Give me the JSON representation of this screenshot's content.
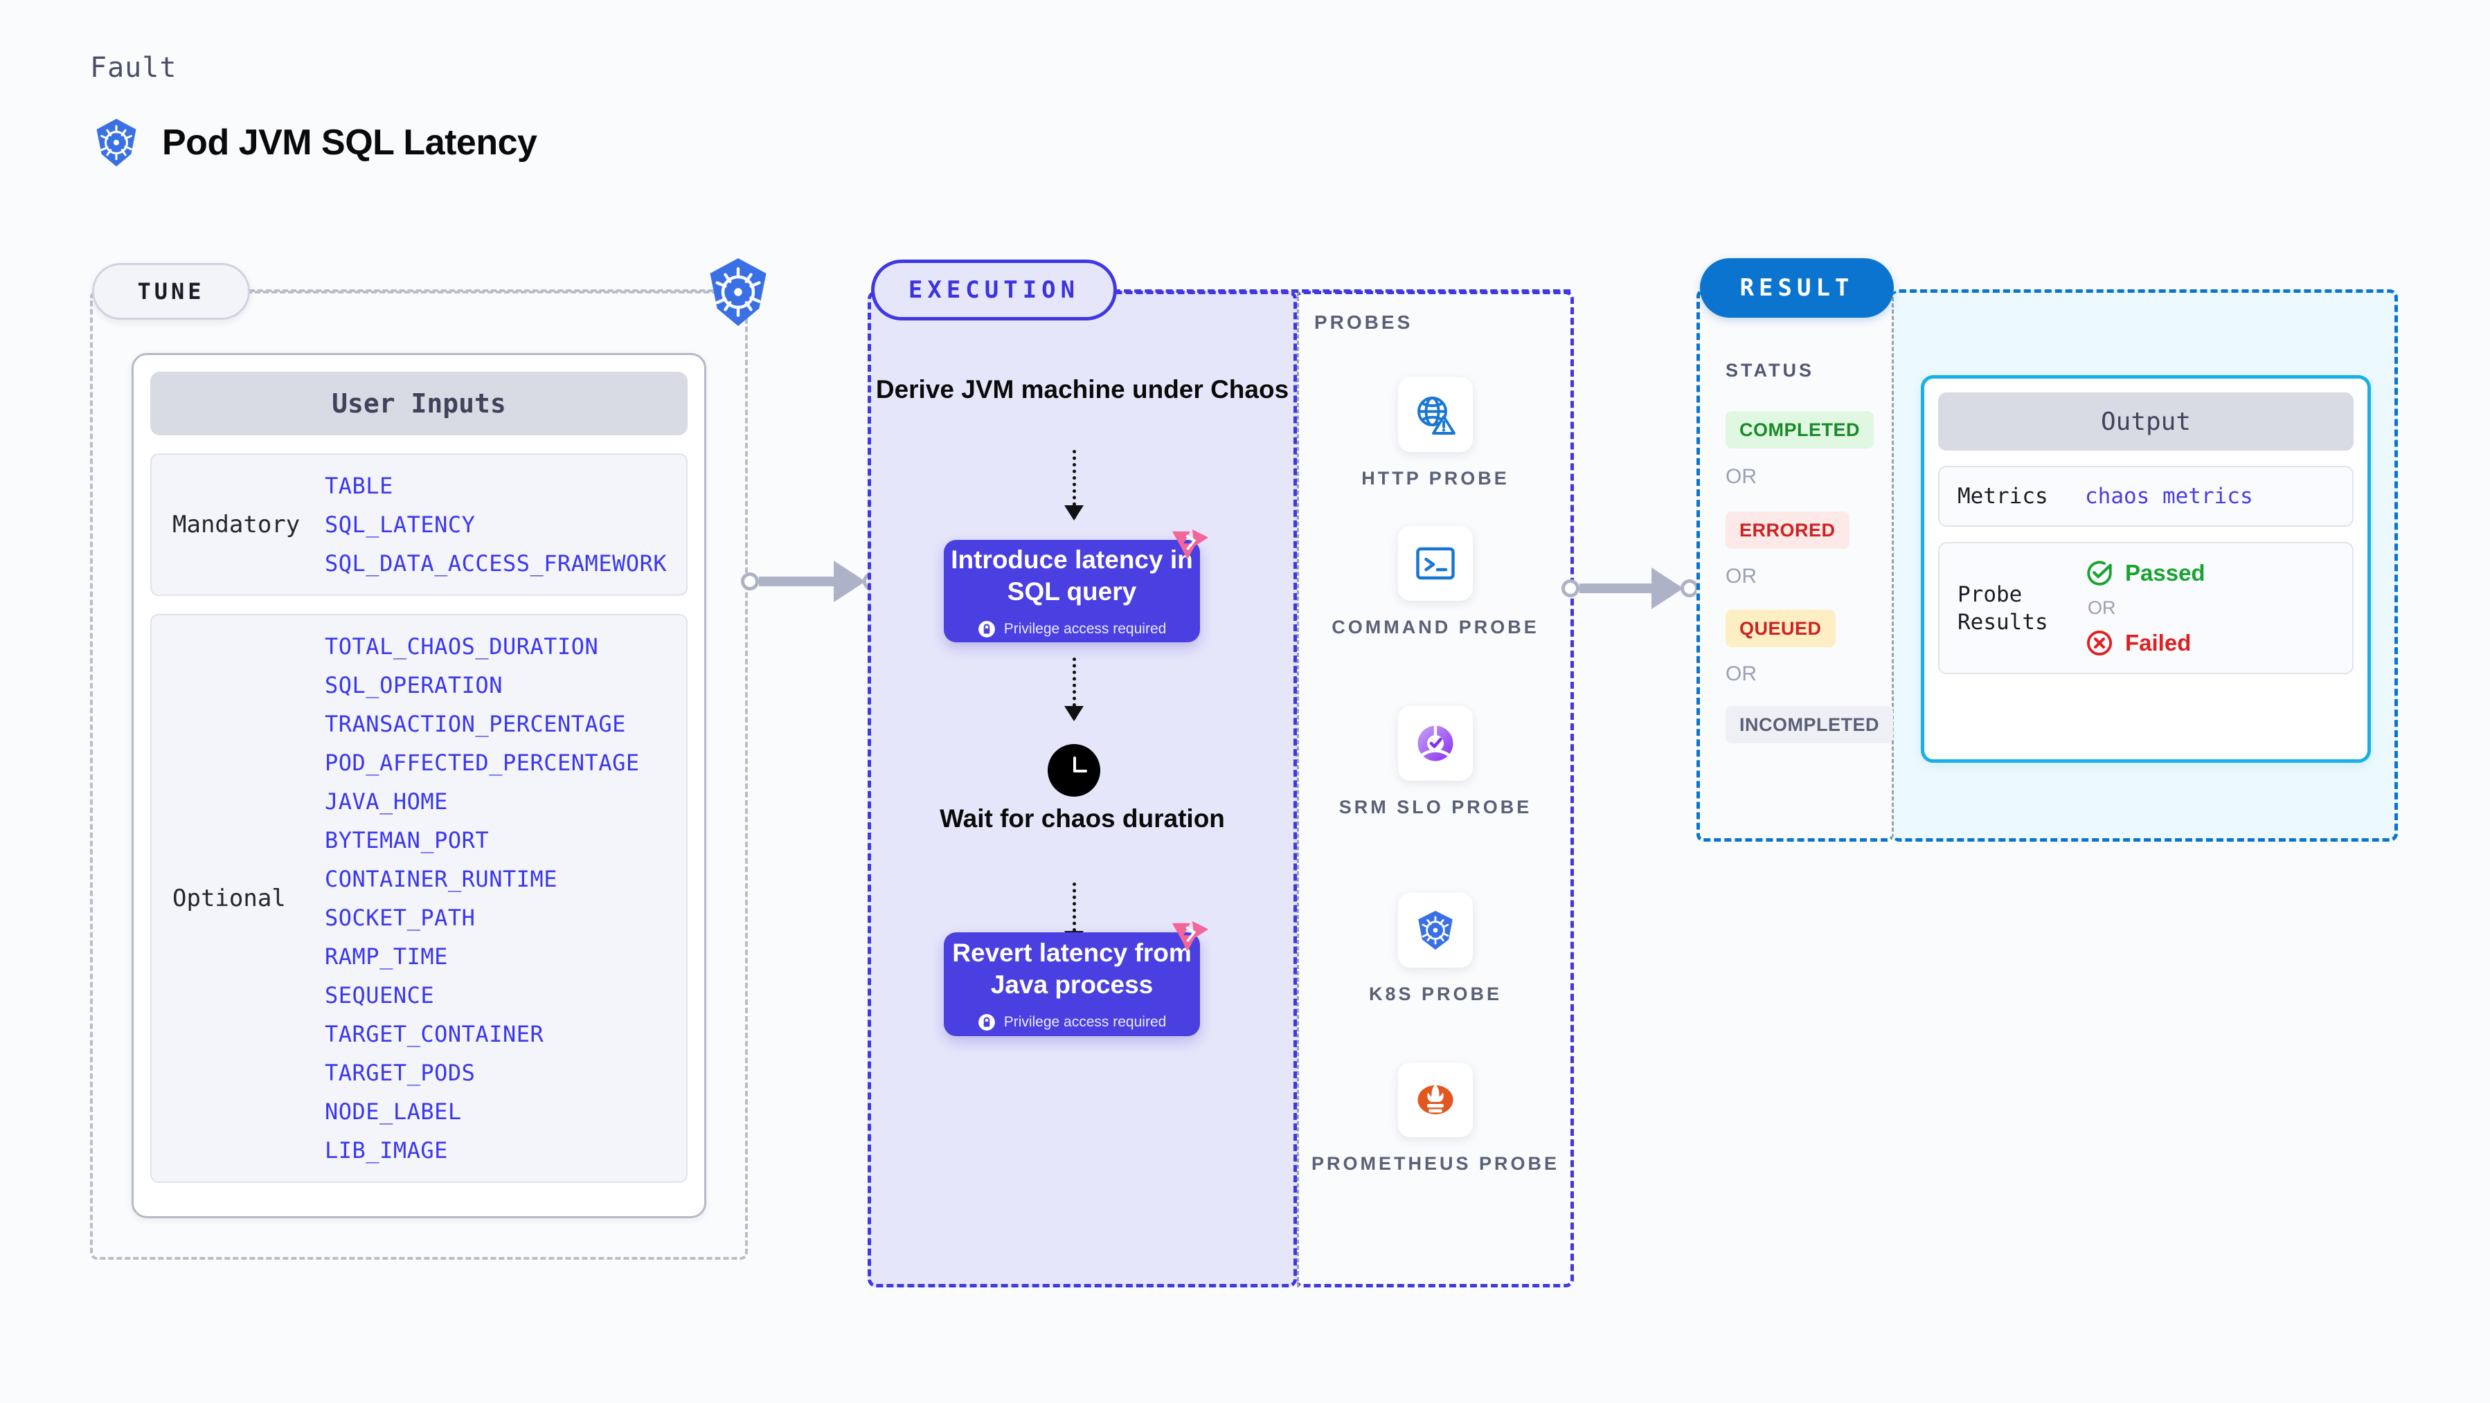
{
  "header": {
    "eyebrow": "Fault",
    "title": "Pod JVM SQL Latency",
    "icon": "kubernetes-icon"
  },
  "tune": {
    "pill_label": "TUNE",
    "k8s_icon": "kubernetes-icon",
    "card_title": "User Inputs",
    "groups": [
      {
        "kind": "Mandatory",
        "params": [
          "TABLE",
          "SQL_LATENCY",
          "SQL_DATA_ACCESS_FRAMEWORK"
        ]
      },
      {
        "kind": "Optional",
        "params": [
          "TOTAL_CHAOS_DURATION",
          "SQL_OPERATION",
          "TRANSACTION_PERCENTAGE",
          "POD_AFFECTED_PERCENTAGE",
          "JAVA_HOME",
          "BYTEMAN_PORT",
          "CONTAINER_RUNTIME",
          "SOCKET_PATH",
          "RAMP_TIME",
          "SEQUENCE",
          "TARGET_CONTAINER",
          "TARGET_PODS",
          "NODE_LABEL",
          "LIB_IMAGE"
        ]
      }
    ]
  },
  "execution": {
    "pill_label": "EXECUTION",
    "step1_text": "Derive JVM machine under Chaos",
    "step2_label": "Introduce latency in SQL query",
    "step2_privilege": "Privilege access required",
    "step3_text": "Wait for chaos duration",
    "step3_icon": "clock-icon",
    "step4_label": "Revert latency from Java process",
    "step4_privilege": "Privilege access required",
    "badge_icon": "litmus-badge-icon",
    "lock_icon": "lock-icon"
  },
  "probes": {
    "section_label": "PROBES",
    "items": [
      {
        "name": "HTTP PROBE",
        "icon": "globe-warning-icon"
      },
      {
        "name": "COMMAND PROBE",
        "icon": "terminal-icon"
      },
      {
        "name": "SRM SLO PROBE",
        "icon": "srm-slo-icon"
      },
      {
        "name": "K8S PROBE",
        "icon": "kubernetes-icon"
      },
      {
        "name": "PROMETHEUS PROBE",
        "icon": "prometheus-icon"
      }
    ]
  },
  "result": {
    "pill_label": "RESULT",
    "status_label": "STATUS",
    "or_label": "OR",
    "statuses": [
      {
        "label": "COMPLETED",
        "color": "#1a8a28",
        "bg": "#e0f7e2"
      },
      {
        "label": "ERRORED",
        "color": "#cc2222",
        "bg": "#fde9e7"
      },
      {
        "label": "QUEUED",
        "color": "#cc2222",
        "bg": "#fdeec4"
      },
      {
        "label": "INCOMPLETED",
        "color": "#5a6076",
        "bg": "#eef0f5"
      }
    ],
    "output": {
      "title": "Output",
      "metrics_key": "Metrics",
      "metrics_value": "chaos metrics",
      "probe_results_key": "Probe Results",
      "passed_label": "Passed",
      "passed_icon": "check-circle-icon",
      "or_label": "OR",
      "failed_label": "Failed",
      "failed_icon": "x-circle-icon"
    }
  },
  "colors": {
    "accent_indigo": "#4a3fe0",
    "accent_blue": "#0a74cf",
    "accent_cyan": "#17b0e8",
    "param_blue": "#3b37ef",
    "pink_badge": "#f2669a"
  }
}
